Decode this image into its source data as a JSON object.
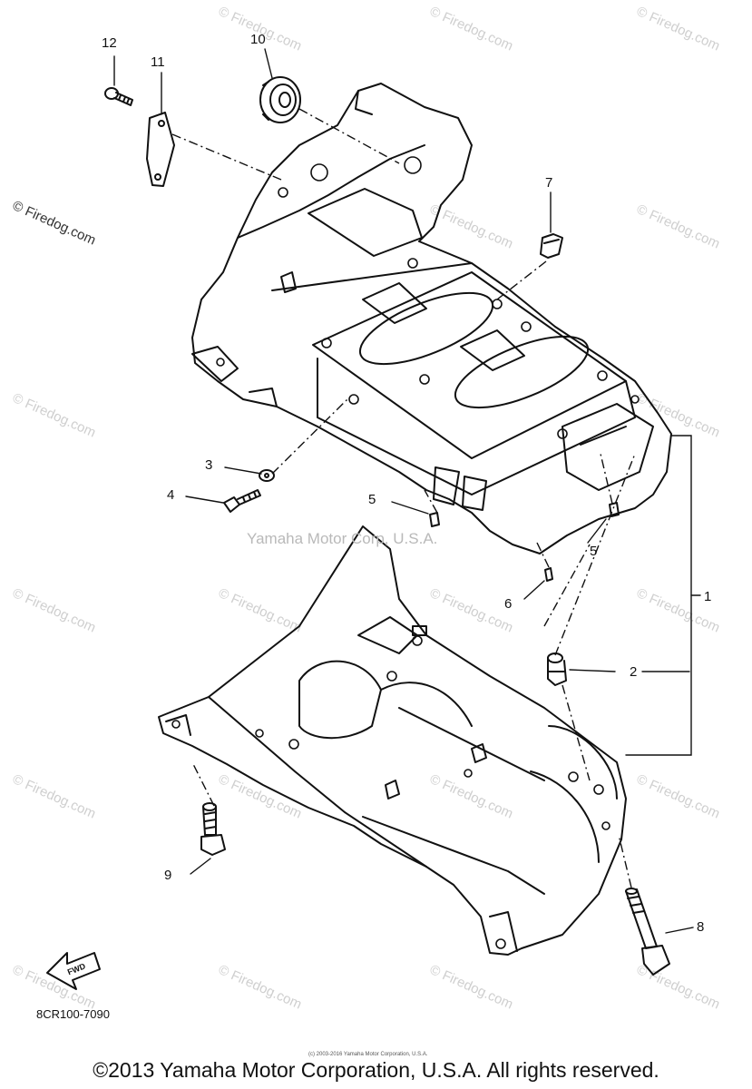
{
  "watermarks": {
    "repeat_text": "© Firedog.com",
    "center_text": "Yamaha Motor Corp, U.S.A."
  },
  "callouts": [
    "1",
    "2",
    "3",
    "4",
    "5",
    "5",
    "6",
    "7",
    "8",
    "9",
    "10",
    "11",
    "12"
  ],
  "fwd_label": "FWD",
  "diagram_code": "8CR100-7090",
  "fine_print": "(c) 2003-2016 Yamaha Motor Corporation, U.S.A.",
  "copyright": "©2013 Yamaha Motor Corporation, U.S.A. All rights reserved."
}
